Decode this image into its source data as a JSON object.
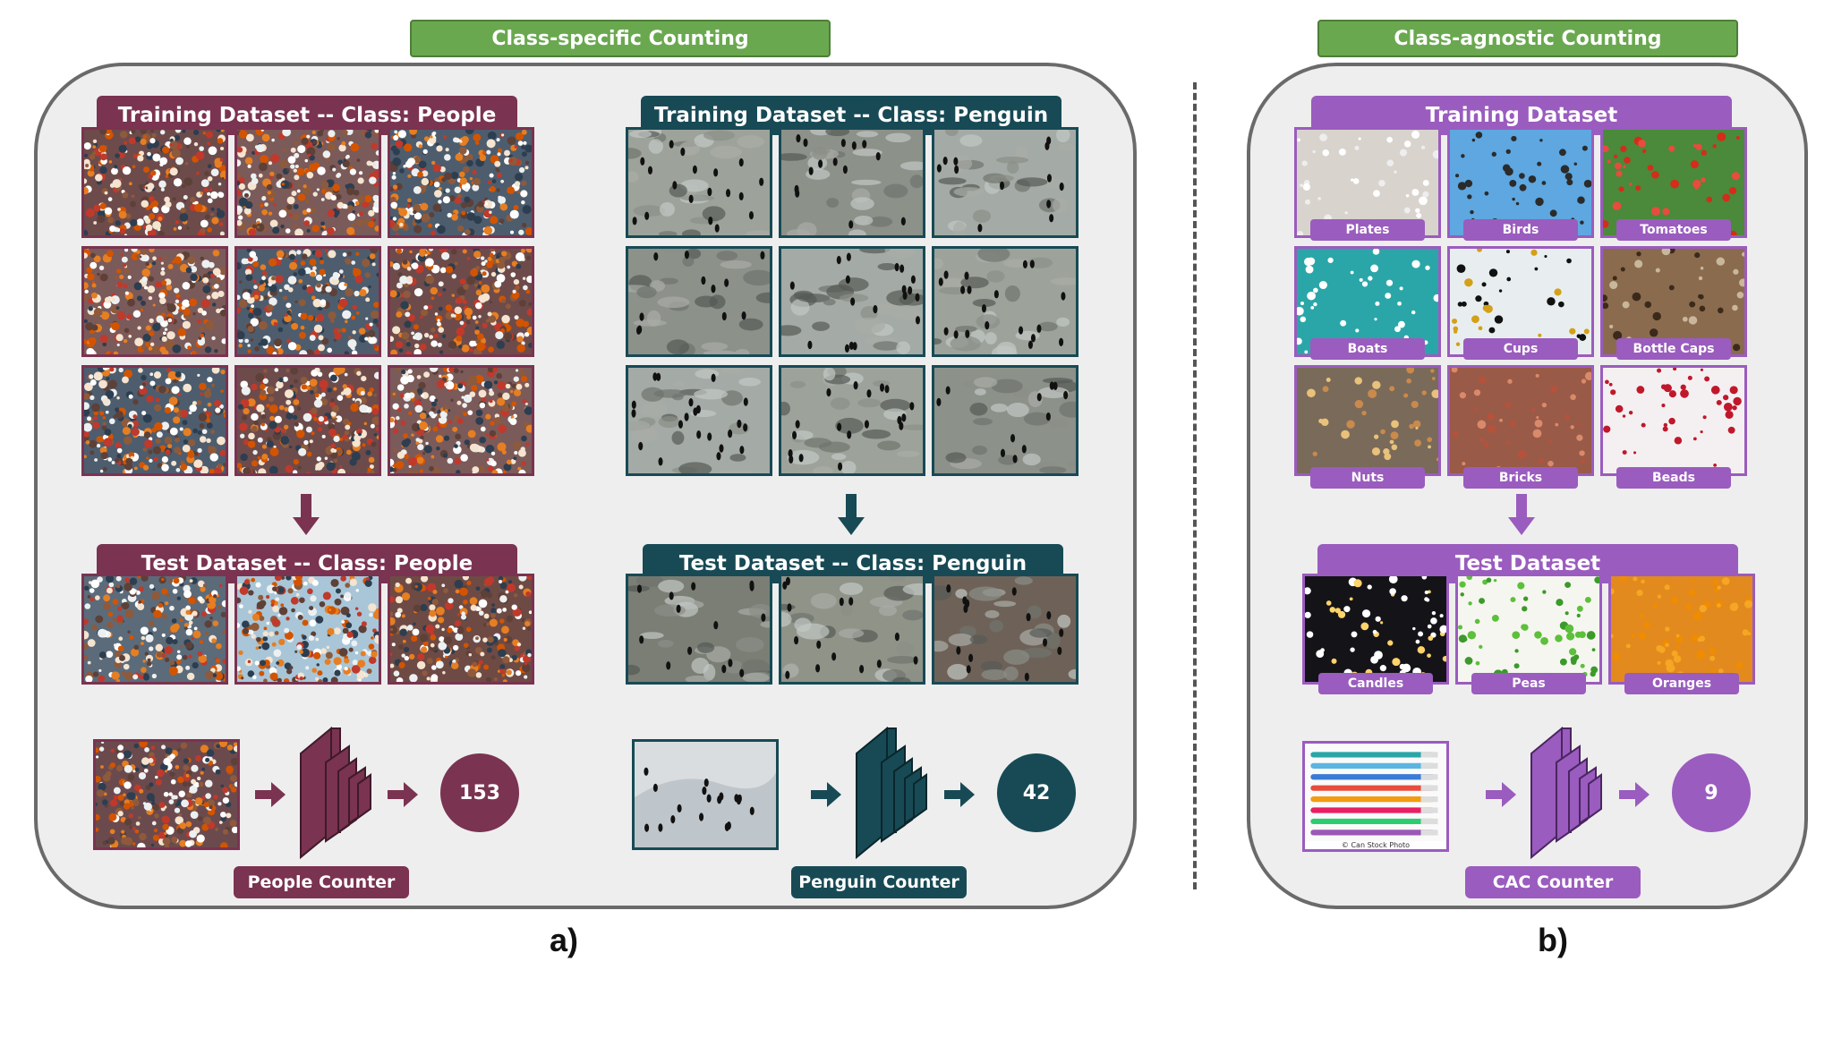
{
  "colors": {
    "people": "#7a3350",
    "penguin": "#174a55",
    "cac": "#9a5cbe",
    "green": "#6aa84f",
    "panel_bg": "#eeeeee"
  },
  "section_a": {
    "title": "Class-specific Counting",
    "people": {
      "train_label": "Training Dataset -- Class: People",
      "test_label": "Test Dataset -- Class: People",
      "counter_label": "People Counter",
      "count": "153"
    },
    "penguin": {
      "train_label": "Training Dataset -- Class: Penguin",
      "test_label": "Test Dataset -- Class: Penguin",
      "counter_label": "Penguin Counter",
      "count": "42"
    },
    "caption": "a)"
  },
  "section_b": {
    "title": "Class-agnostic Counting",
    "train_label": "Training Dataset",
    "train_items": [
      "Plates",
      "Birds",
      "Tomatoes",
      "Boats",
      "Cups",
      "Bottle Caps",
      "Nuts",
      "Bricks",
      "Beads"
    ],
    "test_label": "Test Dataset",
    "test_items": [
      "Candles",
      "Peas",
      "Oranges"
    ],
    "counter_label": "CAC Counter",
    "count": "9",
    "watermark": "© Can Stock Photo",
    "caption": "b)"
  },
  "icons": [
    "arrow-down-icon",
    "arrow-right-icon",
    "cnn-block-icon"
  ]
}
